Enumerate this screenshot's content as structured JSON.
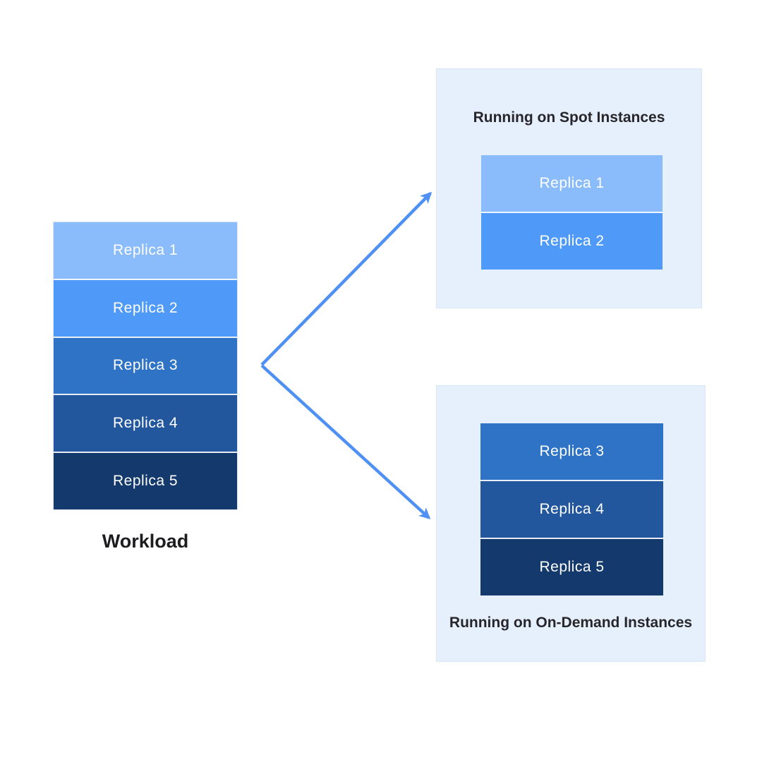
{
  "page": {
    "background": "#FFFFFF"
  },
  "workload": {
    "title": "Workload",
    "replicas": [
      {
        "label": "Replica 1",
        "color": "#8ABCFC"
      },
      {
        "label": "Replica 2",
        "color": "#4F9AF9"
      },
      {
        "label": "Replica 3",
        "color": "#2E73C6"
      },
      {
        "label": "Replica 4",
        "color": "#22579E"
      },
      {
        "label": "Replica 5",
        "color": "#143A6D"
      }
    ]
  },
  "spot_panel": {
    "title": "Running on Spot Instances",
    "background": "#E6EFFC",
    "replicas": [
      {
        "label": "Replica 1",
        "color": "#8ABCFC"
      },
      {
        "label": "Replica 2",
        "color": "#4F9AF9"
      }
    ]
  },
  "ondemand_panel": {
    "title": "Running on On-Demand Instances",
    "background": "#E6EFFC",
    "replicas": [
      {
        "label": "Replica 3",
        "color": "#2E73C6"
      },
      {
        "label": "Replica 4",
        "color": "#22579E"
      },
      {
        "label": "Replica 5",
        "color": "#143A6D"
      }
    ]
  },
  "arrows": {
    "color": "#4F90F5"
  }
}
